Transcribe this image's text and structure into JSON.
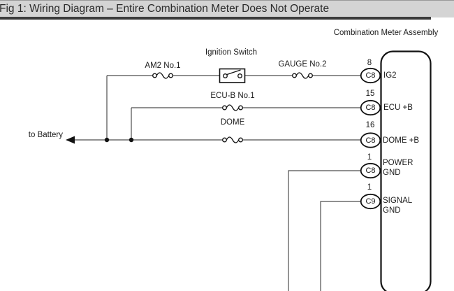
{
  "title": "Fig 1: Wiring Diagram – Entire Combination Meter Does Not Operate",
  "assembly": {
    "label": "Combination Meter Assembly"
  },
  "battery": {
    "label": "to Battery"
  },
  "ignition_switch": {
    "label": "Ignition Switch"
  },
  "fuses": {
    "am2": {
      "label": "AM2 No.1"
    },
    "gauge": {
      "label": "GAUGE No.2"
    },
    "ecu_b": {
      "label": "ECU-B No.1"
    },
    "dome": {
      "label": "DOME"
    }
  },
  "pins": [
    {
      "number": "8",
      "connector": "C8",
      "label": "IG2"
    },
    {
      "number": "15",
      "connector": "C8",
      "label": "ECU +B"
    },
    {
      "number": "16",
      "connector": "C8",
      "label": "DOME +B"
    },
    {
      "number": "1",
      "connector": "C8",
      "label": "POWER GND"
    },
    {
      "number": "1",
      "connector": "C9",
      "label": "SIGNAL GND"
    }
  ],
  "colors": {
    "titlebar_bg": "#d4d4d4",
    "title_text": "#2b2b2b",
    "underline": "#3c3c3c",
    "wire": "#4d4d4d",
    "outline": "#121212"
  }
}
